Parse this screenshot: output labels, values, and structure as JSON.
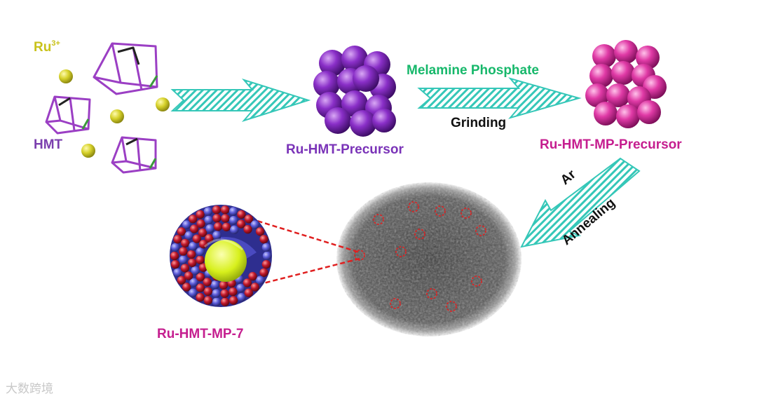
{
  "labels": {
    "ru3_base": "Ru",
    "ru3_sup": "3+",
    "hmt": "HMT",
    "ru_hmt_precursor": "Ru-HMT-Precursor",
    "melamine_phosphate": "Melamine Phosphate",
    "grinding": "Grinding",
    "ru_hmt_mp_precursor": "Ru-HMT-MP-Precursor",
    "ar": "Ar",
    "annealing": "Annealing",
    "ru_hmt_mp_7": "Ru-HMT-MP-7"
  },
  "watermark": "大数跨境",
  "colors": {
    "ru_ion": "#d6d12a",
    "hmt_cage": "#9b3fc4",
    "precursor_sphere": "#8a2fc8",
    "mp_precursor_sphere": "#e03aa6",
    "arrow_fill": "#35c7b8",
    "shell_red": "#c0182c",
    "shell_blue": "#5a5ad8",
    "core": "#d7f01c",
    "marker_circle": "#e02020"
  },
  "icons": [
    "ru-ion-dot",
    "hmt-cage-molecule",
    "striped-arrow",
    "sphere-cluster",
    "core-shell-nanoparticle",
    "tem-micrograph"
  ]
}
